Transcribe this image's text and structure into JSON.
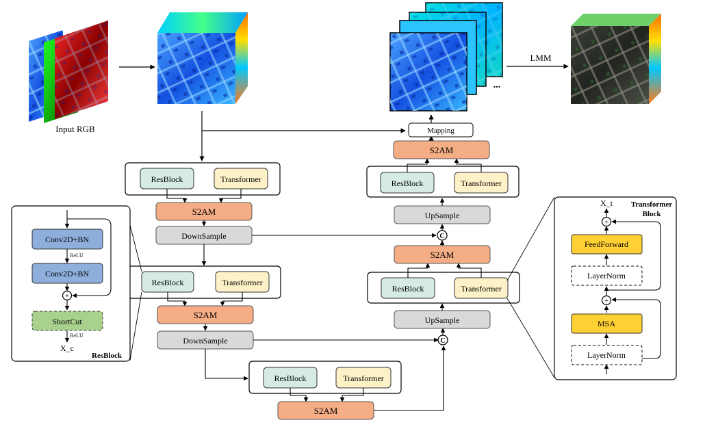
{
  "labels": {
    "input_rgb": "Input RGB",
    "lmm": "LMM",
    "mapping": "Mapping",
    "ellipsis": "...",
    "s2am": "S2AM",
    "resblock": "ResBlock",
    "transformer": "Transformer",
    "downsample": "DownSample",
    "upsample": "UpSample",
    "concat": "C",
    "plus": "+",
    "conv": "Conv2D+BN",
    "relu": "ReLU",
    "shortcut": "ShortCut",
    "xc": "X_c",
    "resblock_title": "ResBlock",
    "xt": "X_t",
    "tb_title_1": "Transformer",
    "tb_title_2": "Block",
    "feedforward": "FeedForward",
    "layernorm": "LayerNorm",
    "msa": "MSA"
  },
  "colors": {
    "s2am": "#f4ad85",
    "resblock": "#d5ebe3",
    "transformer": "#fdf2c7",
    "sample": "#d9d9d9",
    "conv": "#8eaedb",
    "shortcut": "#a9d18e",
    "yellow": "#ffd033",
    "stroke": "#000000"
  }
}
